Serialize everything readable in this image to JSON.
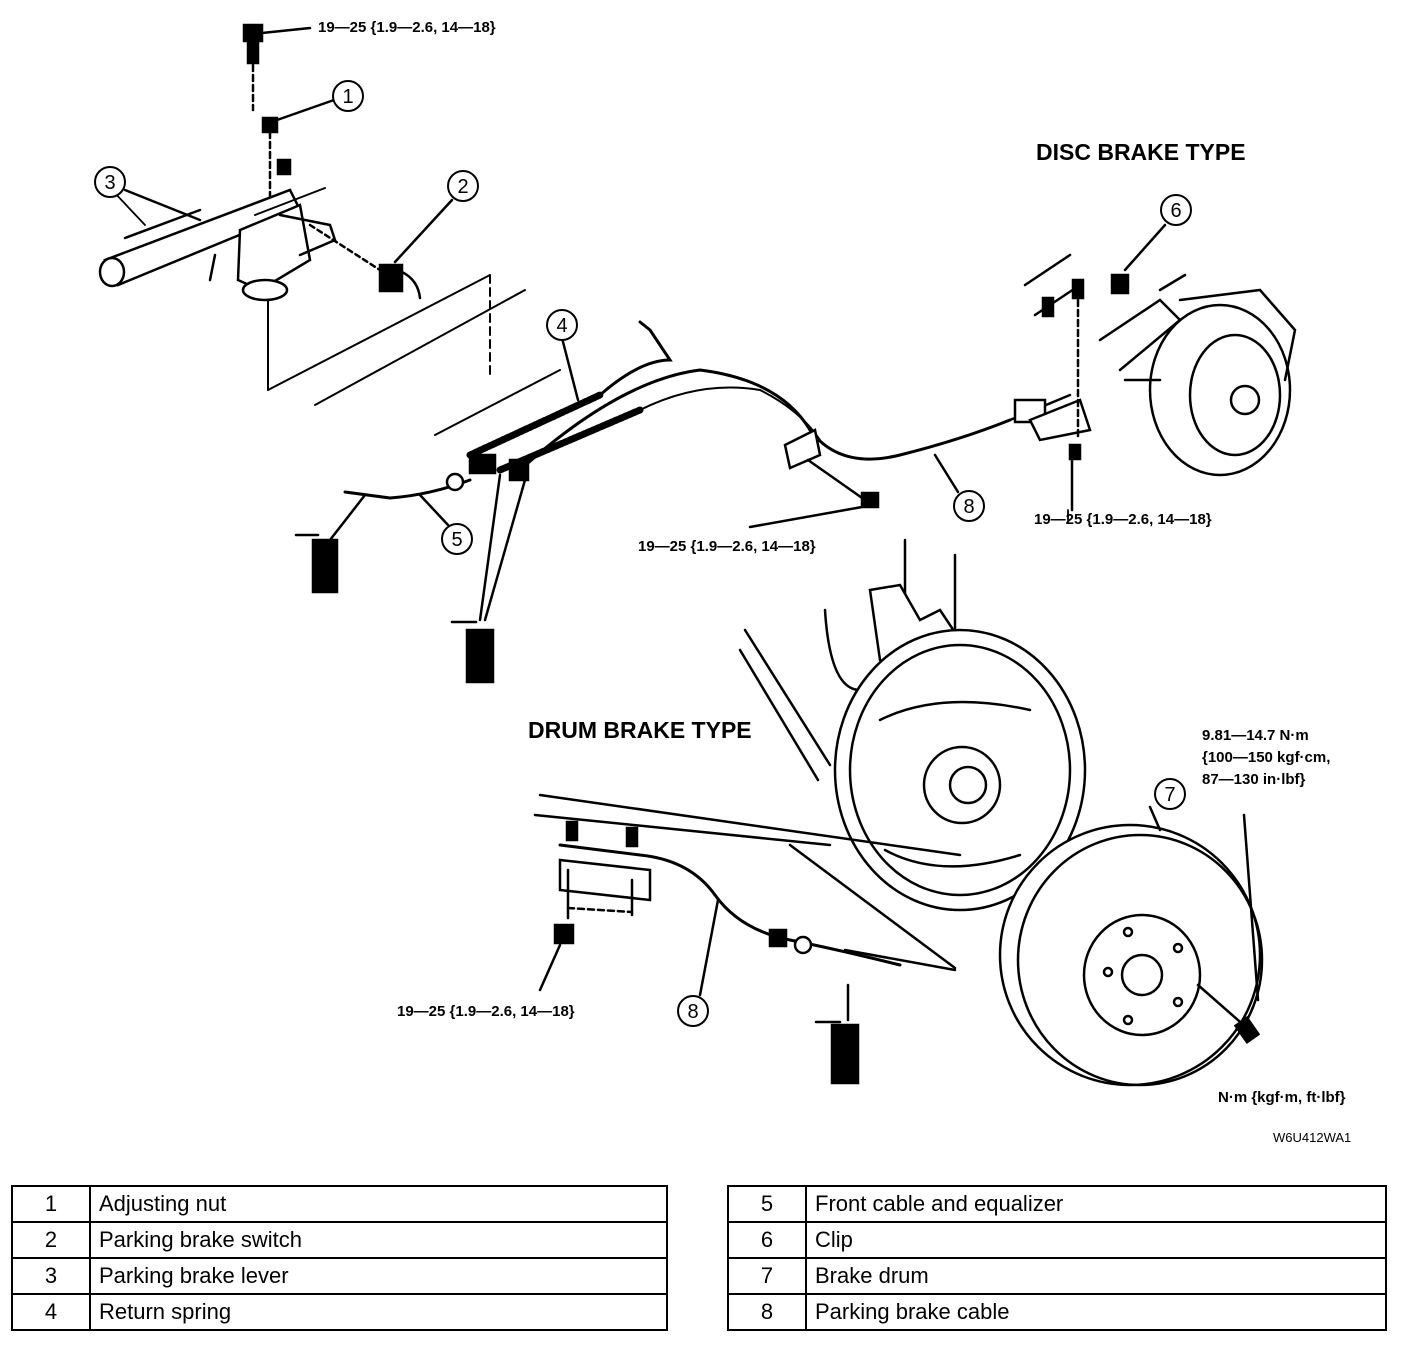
{
  "labels": {
    "disc_brake_type": "DISC BRAKE TYPE",
    "drum_brake_type": "DRUM BRAKE TYPE",
    "torque_bolt_top": "19—25 {1.9—2.6, 14—18}",
    "torque_center": "19—25 {1.9—2.6, 14—18}",
    "torque_disc": "19—25 {1.9—2.6, 14—18}",
    "torque_drum": "19—25 {1.9—2.6, 14—18}",
    "torque_drum_line1": "9.81—14.7 N·m",
    "torque_drum_line2": "{100—150 kgf·cm,",
    "torque_drum_line3": "87—130 in·lbf}",
    "units": "N·m {kgf·m, ft·lbf}",
    "figure_code": "W6U412WA1"
  },
  "callouts": [
    "1",
    "2",
    "3",
    "4",
    "5",
    "6",
    "7",
    "8",
    "8"
  ],
  "legend_left": [
    {
      "num": "1",
      "desc": "Adjusting nut"
    },
    {
      "num": "2",
      "desc": "Parking brake switch"
    },
    {
      "num": "3",
      "desc": "Parking brake lever"
    },
    {
      "num": "4",
      "desc": "Return spring"
    }
  ],
  "legend_right": [
    {
      "num": "5",
      "desc": "Front cable and equalizer"
    },
    {
      "num": "6",
      "desc": "Clip"
    },
    {
      "num": "7",
      "desc": "Brake drum"
    },
    {
      "num": "8",
      "desc": "Parking brake cable"
    }
  ]
}
